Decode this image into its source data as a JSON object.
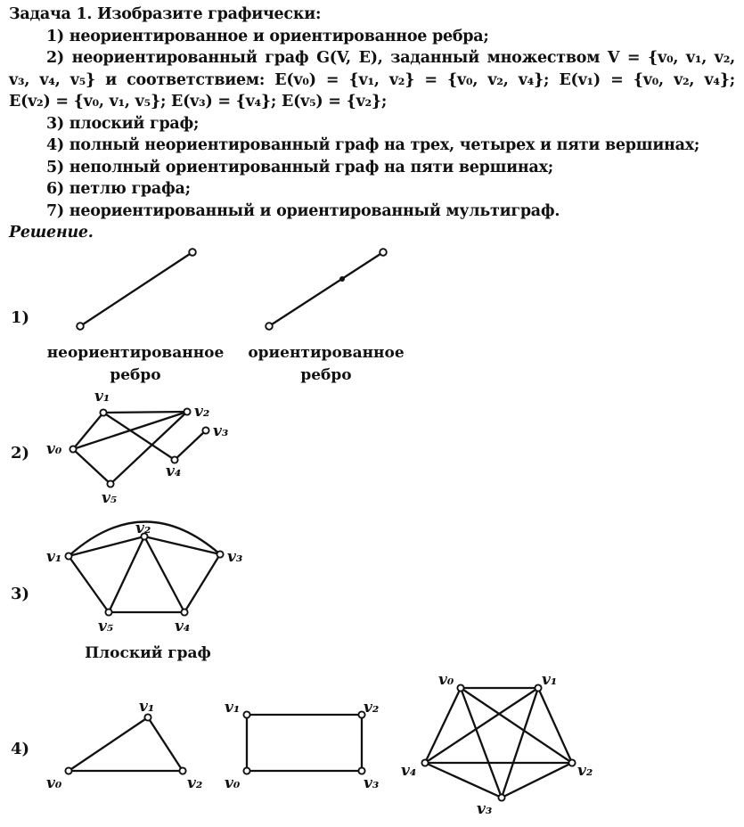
{
  "task": {
    "title": "Задача 1.",
    "intro": "Изобразите графически:",
    "items": [
      "1) неориентированное и ориентированное ребра;",
      "2) неориентированный граф G(V, E), заданный множеством V = {v₀, v₁, v₂,",
      "v₃, v₄, v₅} и соответствием: E(v₀) = {v₁, v₂} = {v₀, v₂, v₄}; E(v₁) = {v₀, v₂, v₄};",
      "E(v₂) = {v₀, v₁, v₅}; E(v₃) = {v₄}; E(v₅) = {v₂};",
      "3) плоский граф;",
      "4) полный неориентированный граф на трех, четырех и пяти вершинах;",
      "5) неполный ориентированный граф на пяти вершинах;",
      "6) петлю графа;",
      "7) неориентированный и ориентированный мультиграф."
    ],
    "solution_label": "Решение."
  },
  "figures": {
    "f1": {
      "number": "1)",
      "undirected_caption": [
        "неориентированное",
        "ребро"
      ],
      "directed_caption": [
        "ориентированное",
        "ребро"
      ]
    },
    "f2": {
      "number": "2)",
      "labels": {
        "v0": "v₀",
        "v1": "v₁",
        "v2": "v₂",
        "v3": "v₃",
        "v4": "v₄",
        "v5": "v₅"
      }
    },
    "f3": {
      "number": "3)",
      "labels": {
        "v1": "v₁",
        "v2": "v₂",
        "v3": "v₃",
        "v4": "v₄",
        "v5": "v₅"
      },
      "caption": "Плоский граф"
    },
    "f4": {
      "number": "4)",
      "k3": {
        "v0": "v₀",
        "v1": "v₁",
        "v2": "v₂"
      },
      "k4": {
        "v0": "v₀",
        "v1": "v₁",
        "v2": "v₂",
        "v3": "v₃"
      },
      "k5": {
        "v0": "v₀",
        "v1": "v₁",
        "v2": "v₂",
        "v3": "v₃",
        "v4": "v₄"
      }
    }
  }
}
